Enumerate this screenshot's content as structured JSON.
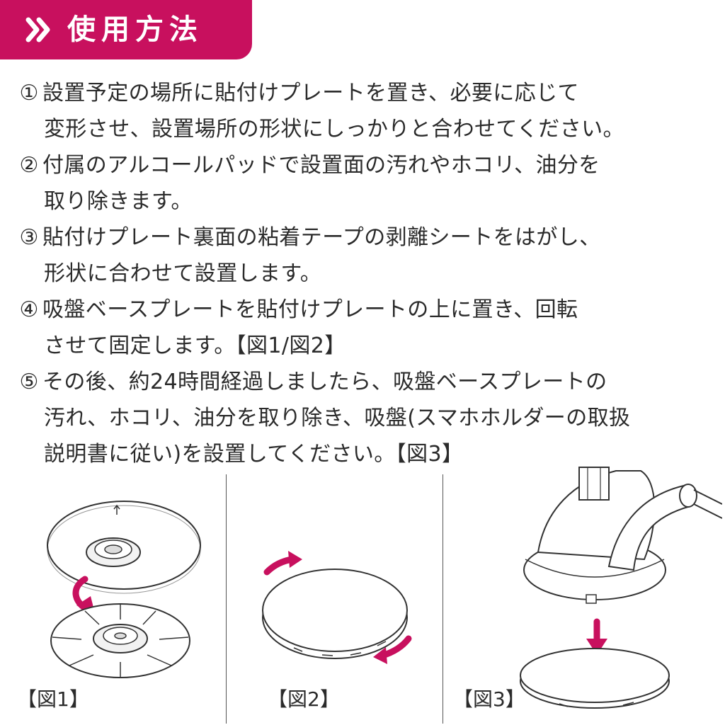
{
  "header": {
    "title": "使用方法",
    "color": "#c8105e"
  },
  "steps": [
    {
      "num": "①",
      "lines": [
        "設置予定の場所に貼付けプレートを置き、必要に応じて",
        "変形させ、設置場所の形状にしっかりと合わせてください。"
      ]
    },
    {
      "num": "②",
      "lines": [
        "付属のアルコールパッドで設置面の汚れやホコリ、油分を",
        "取り除きます。"
      ]
    },
    {
      "num": "③",
      "lines": [
        "貼付けプレート裏面の粘着テープの剥離シートをはがし、",
        "形状に合わせて設置します。"
      ]
    },
    {
      "num": "④",
      "lines": [
        "吸盤ベースプレートを貼付けプレートの上に置き、回転",
        "させて固定します。【図1/図2】"
      ]
    },
    {
      "num": "⑤",
      "lines": [
        "その後、約24時間経過しましたら、吸盤ベースプレートの",
        "汚れ、ホコリ、油分を取り除き、吸盤(スマホホルダーの取扱",
        "説明書に従い)を設置してください。【図3】"
      ]
    }
  ],
  "figures": [
    {
      "caption": "【図1】",
      "icon": "plate-assembly-illustration"
    },
    {
      "caption": "【図2】",
      "icon": "rotate-plate-illustration"
    },
    {
      "caption": "【図3】",
      "icon": "suction-mount-illustration"
    }
  ],
  "accent_color": "#c8105e"
}
